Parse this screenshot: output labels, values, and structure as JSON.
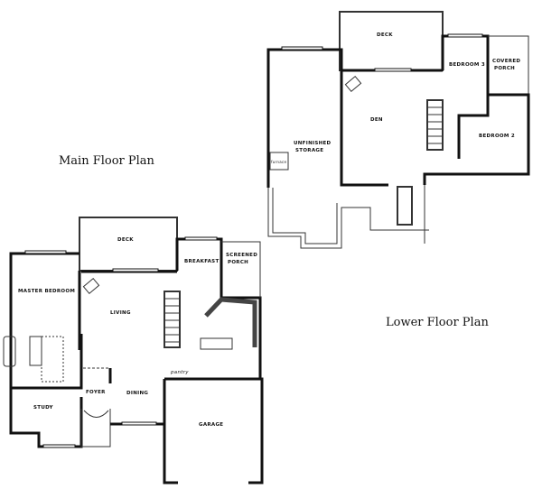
{
  "titles": {
    "main": "Main Floor Plan",
    "lower": "Lower Floor Plan"
  },
  "main_floor": {
    "rooms": {
      "deck": "DECK",
      "master_bedroom": "MASTER BEDROOM",
      "living": "LIVING",
      "breakfast": "BREAKFAST",
      "screened_porch_1": "SCREENED",
      "screened_porch_2": "PORCH",
      "pantry": "pantry",
      "foyer": "FOYER",
      "dining": "DINING",
      "study": "STUDY",
      "garage": "GARAGE"
    }
  },
  "lower_floor": {
    "rooms": {
      "deck": "DECK",
      "bedroom3": "BEDROOM 3",
      "covered_porch_1": "COVERED",
      "covered_porch_2": "PORCH",
      "den": "DEN",
      "storage_1": "UNFINISHED",
      "storage_2": "STORAGE",
      "furnace": "furnace",
      "bedroom2": "BEDROOM 2"
    }
  }
}
